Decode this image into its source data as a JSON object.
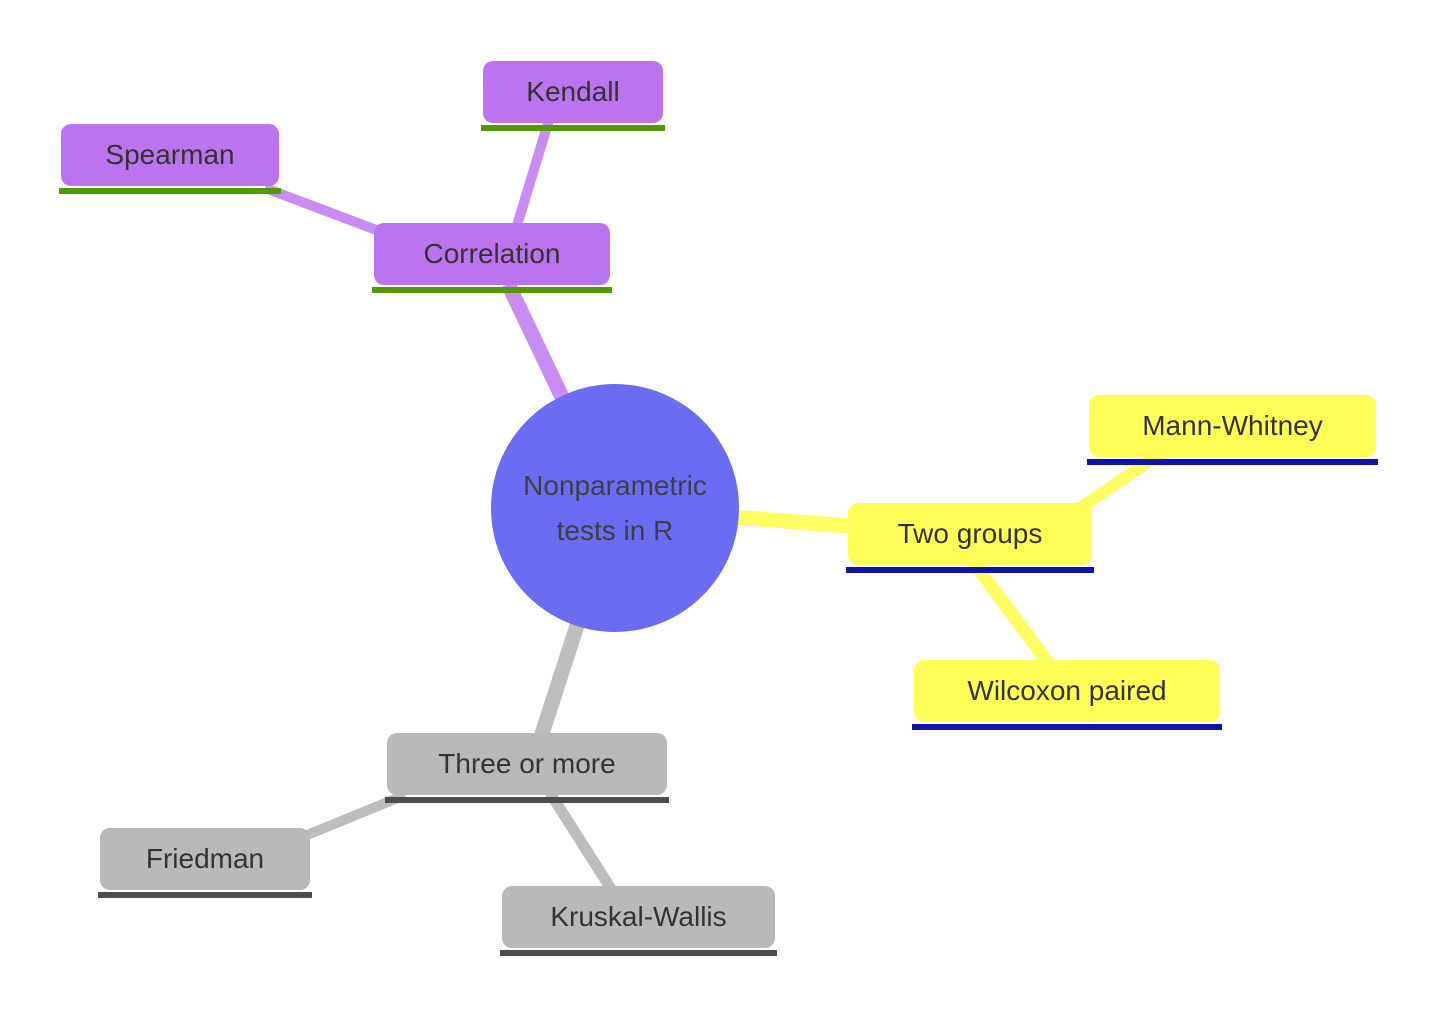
{
  "colors": {
    "background": "#ffffff",
    "root_fill": "#6c6cf2",
    "root_text": "#3d3d46",
    "node_text": "#333333",
    "purple_fill": "#bb74f0",
    "purple_link": "#c78df2",
    "purple_underline_green": "#539906",
    "yellow_fill": "#ffff57",
    "yellow_link": "#ffff63",
    "yellow_underline_navy": "#1212aa",
    "gray_fill": "#b9b9b9",
    "gray_link": "#bdbdbd",
    "gray_underline_dark": "#4d4d4d"
  },
  "diagram": {
    "root": {
      "label": "Nonparametric tests in R",
      "line1": "Nonparametric",
      "line2": "tests in R"
    },
    "branches": [
      {
        "label": "Correlation",
        "children": [
          {
            "label": "Spearman"
          },
          {
            "label": "Kendall"
          }
        ]
      },
      {
        "label": "Two groups",
        "children": [
          {
            "label": "Mann-Whitney"
          },
          {
            "label": "Wilcoxon paired"
          }
        ]
      },
      {
        "label": "Three or more",
        "children": [
          {
            "label": "Friedman"
          },
          {
            "label": "Kruskal-Wallis"
          }
        ]
      }
    ]
  }
}
